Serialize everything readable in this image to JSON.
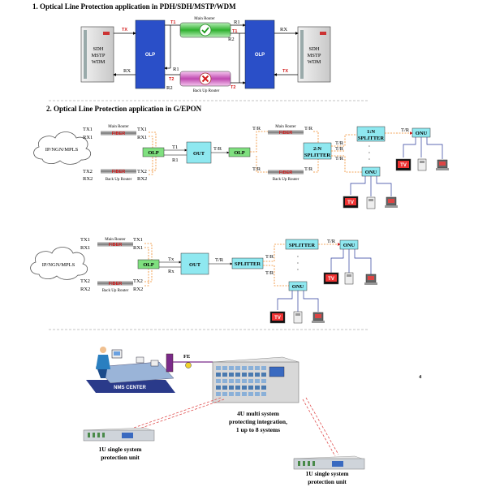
{
  "sections": {
    "s1_title": "1. Optical Line Protection application in PDH/SDH/MSTP/WDM",
    "s2_title": "2. Optical Line Protection application in G/EPON"
  },
  "s1": {
    "tx": "TX",
    "rx": "RX",
    "olp": "OLP",
    "main_router": "Main Router",
    "backup_router": "Back Up Router",
    "t1": "T1",
    "t2": "T2",
    "r1": "R1",
    "r2": "R2",
    "sdh_lines": [
      "SDH",
      "MSTP",
      "WDM"
    ]
  },
  "s2a": {
    "cloud": "IP/NGN/MPLS",
    "tx1": "TX1",
    "rx1": "RX1",
    "tx2": "TX2",
    "rx2": "RX2",
    "fiber": "FIBER",
    "main_router": "Main Router",
    "backup_router": "Back Up Router",
    "olp": "OLP",
    "out": "OUT",
    "t1": "T1",
    "r1": "R1",
    "tr": "T/R",
    "splitter_2n": [
      "2:N",
      "SPLITTER"
    ],
    "splitter_1n": [
      "1:N",
      "SPLITTER"
    ],
    "onu": "ONU",
    "tv": "TV",
    "dots": "·"
  },
  "s2b": {
    "cloud": "IP/NGN/MPLS",
    "tx1": "TX1",
    "rx1": "RX1",
    "tx2": "TX2",
    "rx2": "RX2",
    "fiber": "FIBER",
    "main_router": "Main Router",
    "backup_router": "Back Up Router",
    "olp": "OLP",
    "out": "OUT",
    "tx": "Tx",
    "rx": "Rx",
    "tr": "T/R",
    "splitter": "SPLITTER",
    "onu": "ONU",
    "tv": "TV"
  },
  "s3": {
    "fe": "FE",
    "nms": "NMS CENTER",
    "page_no": "4",
    "caption_4u": [
      "4U multi system",
      "protecting integration,",
      "1 up to 8 systems"
    ],
    "caption_1u_left": [
      "1U single system",
      "protection unit"
    ],
    "caption_1u_right": [
      "1U single system",
      "protection unit"
    ]
  },
  "colors": {
    "olp_blue": "#2a4fc8",
    "green_box": "#7fe07f",
    "cyan_box": "#8fe8f0",
    "red_text": "#d21a1a",
    "orange_dash": "#f08a2a"
  }
}
